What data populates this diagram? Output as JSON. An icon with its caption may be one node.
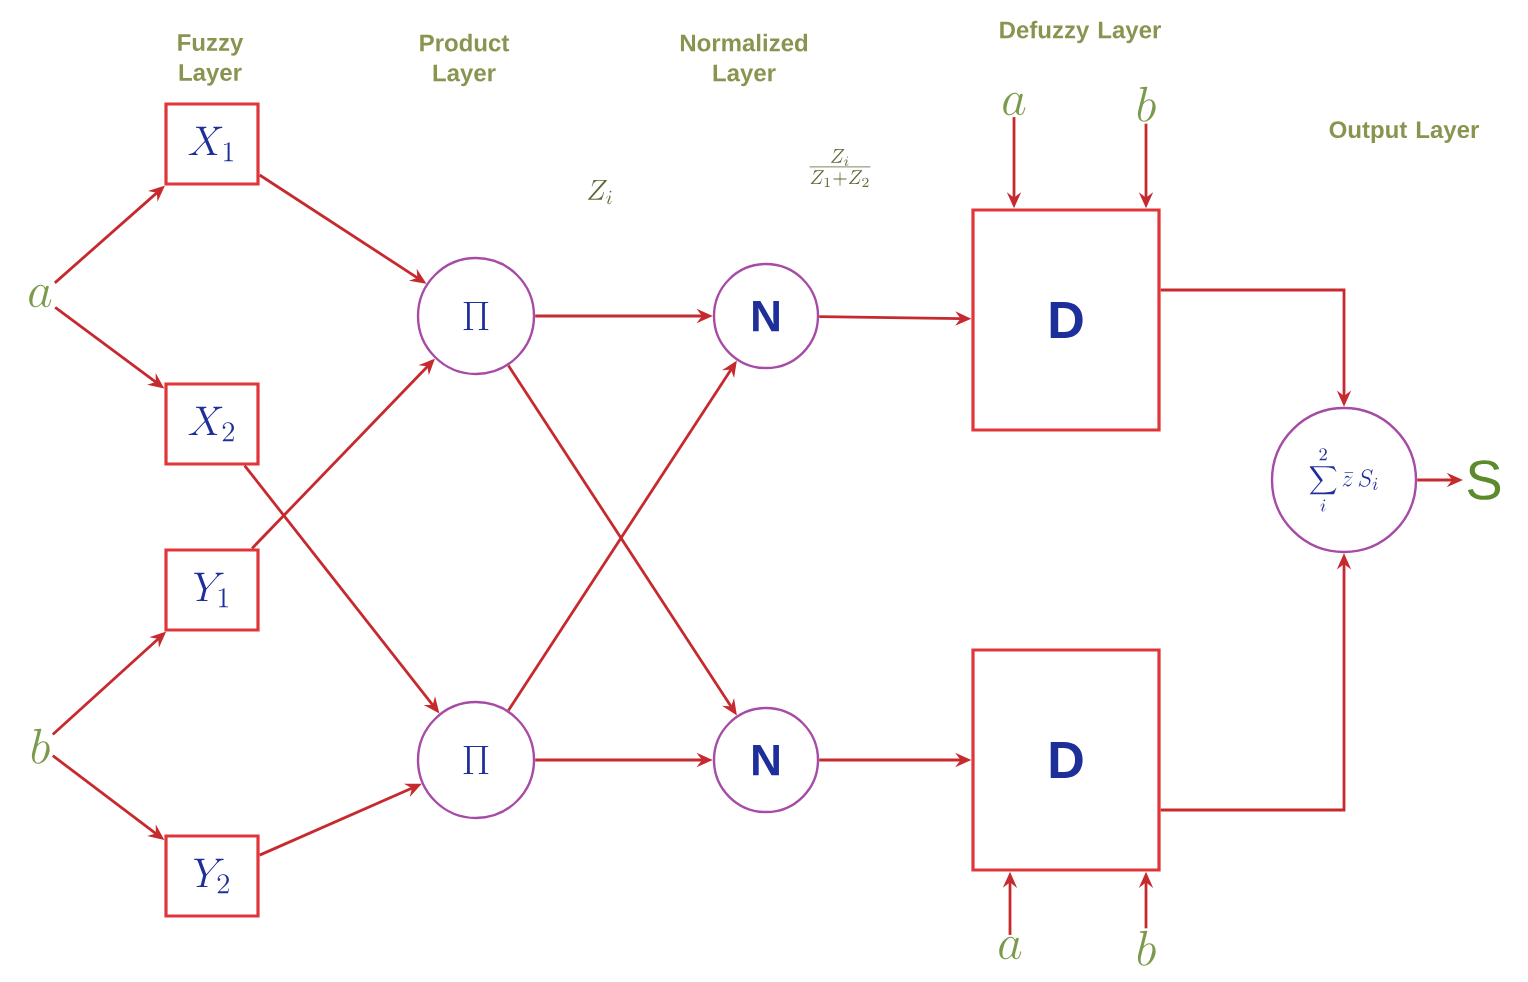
{
  "diagram": {
    "nodes": [
      {
        "text": [
          "a"
        ]
      },
      {
        "text": [
          "b"
        ]
      },
      {
        "text": [
          "X_{1}"
        ]
      },
      {
        "text": [
          "X_{2}"
        ]
      },
      {
        "text": [
          "Y_{1}"
        ]
      },
      {
        "text": [
          "Y_{2}"
        ]
      },
      {
        "text": [
          "\\Pi"
        ]
      },
      {
        "text": [
          "\\Pi"
        ]
      },
      {
        "text": [
          "N"
        ]
      },
      {
        "text": [
          "N"
        ]
      },
      {
        "text": [
          "D"
        ]
      },
      {
        "text": [
          "D"
        ]
      },
      {
        "text": [
          "a"
        ]
      },
      {
        "text": [
          "b"
        ]
      },
      {
        "text": [
          "a"
        ]
      },
      {
        "text": [
          "b"
        ]
      },
      {
        "text": [
          "\\sum_{i}^{2} \\bar{z}\\, S_{i}"
        ]
      },
      {
        "text": [
          "S"
        ]
      }
    ],
    "edges": [
      {
        "from": 0,
        "to": 2,
        "arrow": "to"
      },
      {
        "from": 0,
        "to": 3,
        "arrow": "to"
      },
      {
        "from": 1,
        "to": 4,
        "arrow": "to"
      },
      {
        "from": 1,
        "to": 5,
        "arrow": "to"
      },
      {
        "from": 2,
        "to": 6,
        "arrow": "to"
      },
      {
        "from": 3,
        "to": 7,
        "arrow": "to"
      },
      {
        "from": 4,
        "to": 6,
        "arrow": "to"
      },
      {
        "from": 5,
        "to": 7,
        "arrow": "to"
      },
      {
        "from": 6,
        "to": 8,
        "arrow": "to"
      },
      {
        "from": 6,
        "to": 9,
        "arrow": "to"
      },
      {
        "from": 7,
        "to": 8,
        "arrow": "to"
      },
      {
        "from": 7,
        "to": 9,
        "arrow": "to"
      },
      {
        "from": 8,
        "to": 10,
        "arrow": "to"
      },
      {
        "from": 9,
        "to": 11,
        "arrow": "to"
      },
      {
        "from": 12,
        "to": 10,
        "arrow": "to"
      },
      {
        "from": 13,
        "to": 10,
        "arrow": "to"
      },
      {
        "from": 14,
        "to": 11,
        "arrow": "to"
      },
      {
        "from": 15,
        "to": 11,
        "arrow": "to"
      },
      {
        "from": 10,
        "to": 16,
        "arrow": "to"
      },
      {
        "from": 11,
        "to": 16,
        "arrow": "to"
      },
      {
        "from": 16,
        "to": 17,
        "arrow": "to"
      }
    ],
    "labels": [
      "Fuzzy Layer",
      "Product Layer",
      "Normalized Layer",
      "Defuzzy Layer",
      "Output Layer",
      "Z_{i}",
      "\\frac{Z_{i}}{Z_{1} + Z_{2}}"
    ]
  }
}
